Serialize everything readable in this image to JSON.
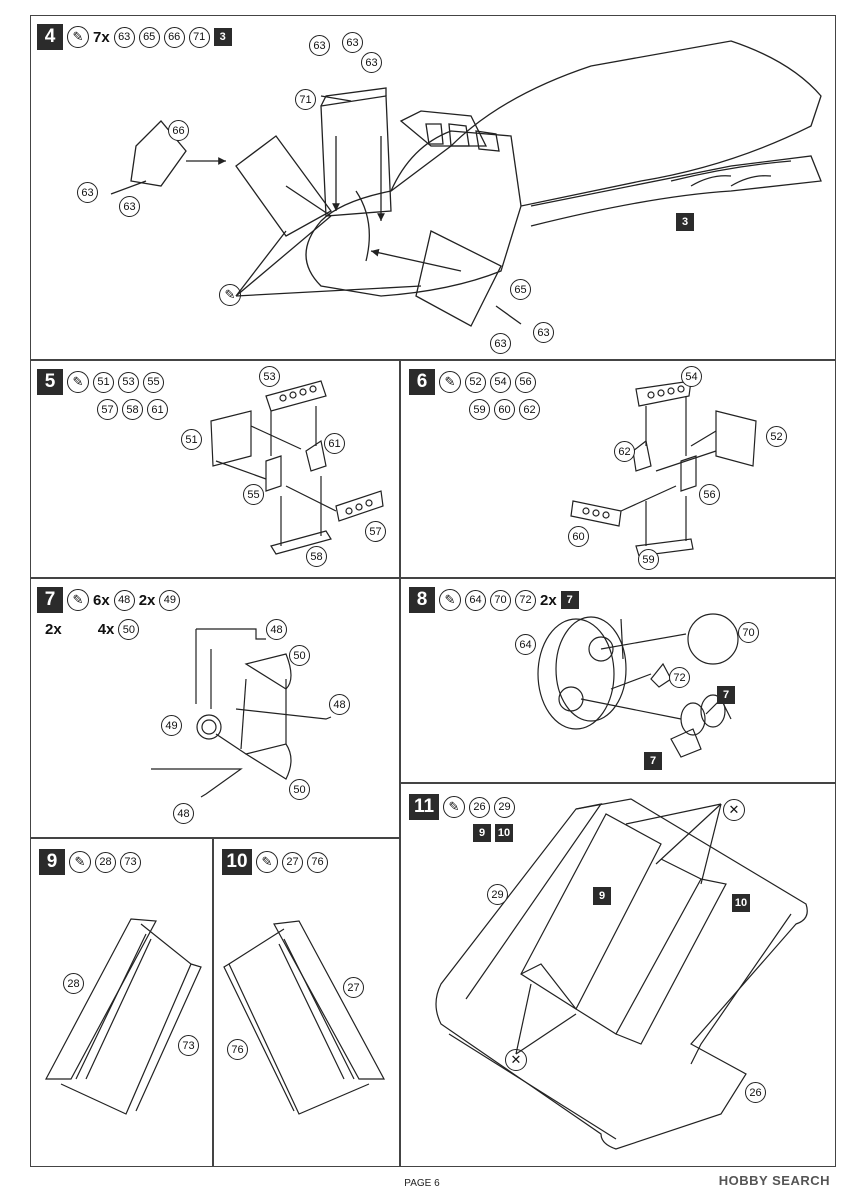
{
  "page_label": "PAGE 6",
  "watermark": "HOBBY SEARCH",
  "glue_icon": "glue-brush-icon",
  "no_glue_icon": "no-glue-icon",
  "steps": {
    "s4": {
      "num": "4",
      "qty": "7x",
      "parts": [
        "63",
        "65",
        "66",
        "71"
      ],
      "ref": "3",
      "labels": {
        "p66": "66",
        "p63a": "63",
        "p63b": "63",
        "p63c": "63",
        "p63d": "63",
        "p63e": "63",
        "p71": "71",
        "p65": "65",
        "p63f": "63",
        "p63g": "63",
        "ref3": "3"
      }
    },
    "s5": {
      "num": "5",
      "parts_row1": [
        "51",
        "53",
        "55"
      ],
      "parts_row2": [
        "57",
        "58",
        "61"
      ],
      "labels": {
        "p53": "53",
        "p51": "51",
        "p61": "61",
        "p55": "55",
        "p57": "57",
        "p58": "58"
      }
    },
    "s6": {
      "num": "6",
      "parts_row1": [
        "52",
        "54",
        "56"
      ],
      "parts_row2": [
        "59",
        "60",
        "62"
      ],
      "labels": {
        "p54": "54",
        "p52": "52",
        "p62": "62",
        "p56": "56",
        "p60": "60",
        "p59": "59"
      }
    },
    "s7": {
      "num": "7",
      "qty1": "6x",
      "part1": "48",
      "qty2": "2x",
      "part2": "49",
      "qty3": "2x",
      "qty4": "4x",
      "part4": "50",
      "labels": {
        "p48a": "48",
        "p50a": "50",
        "p48b": "48",
        "p49": "49",
        "p50b": "50",
        "p48c": "48"
      }
    },
    "s8": {
      "num": "8",
      "parts": [
        "64",
        "70",
        "72"
      ],
      "qty": "2x",
      "ref": "7",
      "labels": {
        "p64": "64",
        "p70": "70",
        "p72": "72",
        "ref7a": "7",
        "ref7b": "7"
      }
    },
    "s9": {
      "num": "9",
      "parts": [
        "28",
        "73"
      ],
      "labels": {
        "p28": "28",
        "p73": "73"
      }
    },
    "s10": {
      "num": "10",
      "parts": [
        "27",
        "76"
      ],
      "labels": {
        "p27": "27",
        "p76": "76"
      }
    },
    "s11": {
      "num": "11",
      "parts": [
        "26",
        "29"
      ],
      "refs": [
        "9",
        "10"
      ],
      "labels": {
        "p29": "29",
        "p26": "26",
        "ref9": "9",
        "ref10": "10"
      }
    }
  }
}
